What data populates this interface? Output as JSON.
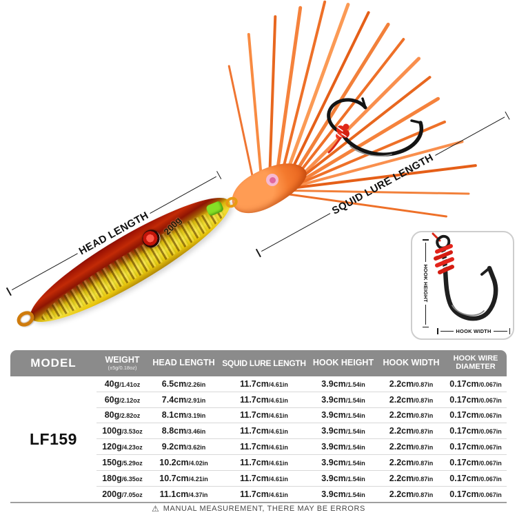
{
  "product": {
    "model": "LF159",
    "weight_stamp": "200g",
    "annotations": {
      "head_length": "HEAD LENGTH",
      "squid_lure_length": "SQUID LURE LENGTH",
      "hook_height": "HOOK HEIGHT",
      "hook_width": "HOOK WIDTH"
    }
  },
  "table": {
    "model": "LF159",
    "columns": [
      {
        "label": "MODEL"
      },
      {
        "label": "WEIGHT",
        "sub": "(±5g/0.18oz)"
      },
      {
        "label": "HEAD LENGTH"
      },
      {
        "label": "SQUID LURE LENGTH"
      },
      {
        "label": "HOOK HEIGHT"
      },
      {
        "label": "HOOK WIDTH"
      },
      {
        "label": "HOOK WIRE DIAMETER"
      }
    ],
    "rows": [
      {
        "weight": "40g",
        "weight_oz": "/1.41oz",
        "head_length": "6.5cm",
        "head_length_in": "/2.26in",
        "squid_length": "11.7cm",
        "squid_length_in": "/4.61in",
        "hook_height": "3.9cm",
        "hook_height_in": "/1.54in",
        "hook_width": "2.2cm",
        "hook_width_in": "/0.87in",
        "wire": "0.17cm",
        "wire_in": "/0.067in"
      },
      {
        "weight": "60g",
        "weight_oz": "/2.12oz",
        "head_length": "7.4cm",
        "head_length_in": "/2.91in",
        "squid_length": "11.7cm",
        "squid_length_in": "/4.61in",
        "hook_height": "3.9cm",
        "hook_height_in": "/1.54in",
        "hook_width": "2.2cm",
        "hook_width_in": "/0.87in",
        "wire": "0.17cm",
        "wire_in": "/0.067in"
      },
      {
        "weight": "80g",
        "weight_oz": "/2.82oz",
        "head_length": "8.1cm",
        "head_length_in": "/3.19in",
        "squid_length": "11.7cm",
        "squid_length_in": "/4.61in",
        "hook_height": "3.9cm",
        "hook_height_in": "/1.54in",
        "hook_width": "2.2cm",
        "hook_width_in": "/0.87in",
        "wire": "0.17cm",
        "wire_in": "/0.067in"
      },
      {
        "weight": "100g",
        "weight_oz": "/3.53oz",
        "head_length": "8.8cm",
        "head_length_in": "/3.46in",
        "squid_length": "11.7cm",
        "squid_length_in": "/4.61in",
        "hook_height": "3.9cm",
        "hook_height_in": "/1.54in",
        "hook_width": "2.2cm",
        "hook_width_in": "/0.87in",
        "wire": "0.17cm",
        "wire_in": "/0.067in"
      },
      {
        "weight": "120g",
        "weight_oz": "/4.23oz",
        "head_length": "9.2cm",
        "head_length_in": "/3.62in",
        "squid_length": "11.7cm",
        "squid_length_in": "/4.61in",
        "hook_height": "3.9cm",
        "hook_height_in": "/1.54in",
        "hook_width": "2.2cm",
        "hook_width_in": "/0.87in",
        "wire": "0.17cm",
        "wire_in": "/0.067in"
      },
      {
        "weight": "150g",
        "weight_oz": "/5.29oz",
        "head_length": "10.2cm",
        "head_length_in": "/4.02in",
        "squid_length": "11.7cm",
        "squid_length_in": "/4.61in",
        "hook_height": "3.9cm",
        "hook_height_in": "/1.54in",
        "hook_width": "2.2cm",
        "hook_width_in": "/0.87in",
        "wire": "0.17cm",
        "wire_in": "/0.067in"
      },
      {
        "weight": "180g",
        "weight_oz": "/6.35oz",
        "head_length": "10.7cm",
        "head_length_in": "/4.21in",
        "squid_length": "11.7cm",
        "squid_length_in": "/4.61in",
        "hook_height": "3.9cm",
        "hook_height_in": "/1.54in",
        "hook_width": "2.2cm",
        "hook_width_in": "/0.87in",
        "wire": "0.17cm",
        "wire_in": "/0.067in"
      },
      {
        "weight": "200g",
        "weight_oz": "/7.05oz",
        "head_length": "11.1cm",
        "head_length_in": "/4.37in",
        "squid_length": "11.7cm",
        "squid_length_in": "/4.61in",
        "hook_height": "3.9cm",
        "hook_height_in": "/1.54in",
        "hook_width": "2.2cm",
        "hook_width_in": "/0.87in",
        "wire": "0.17cm",
        "wire_in": "/0.067in"
      }
    ]
  },
  "footer": {
    "warning_icon": "⚠",
    "warning_text": "MANUAL MEASUREMENT, THERE MAY BE ERRORS"
  },
  "colors": {
    "header_gray": "#8b8b8b",
    "skirt_orange": "#ee7430",
    "jig_red": "#a81004",
    "jig_gold": "#eec911",
    "text_dark": "#1b1b1b"
  }
}
